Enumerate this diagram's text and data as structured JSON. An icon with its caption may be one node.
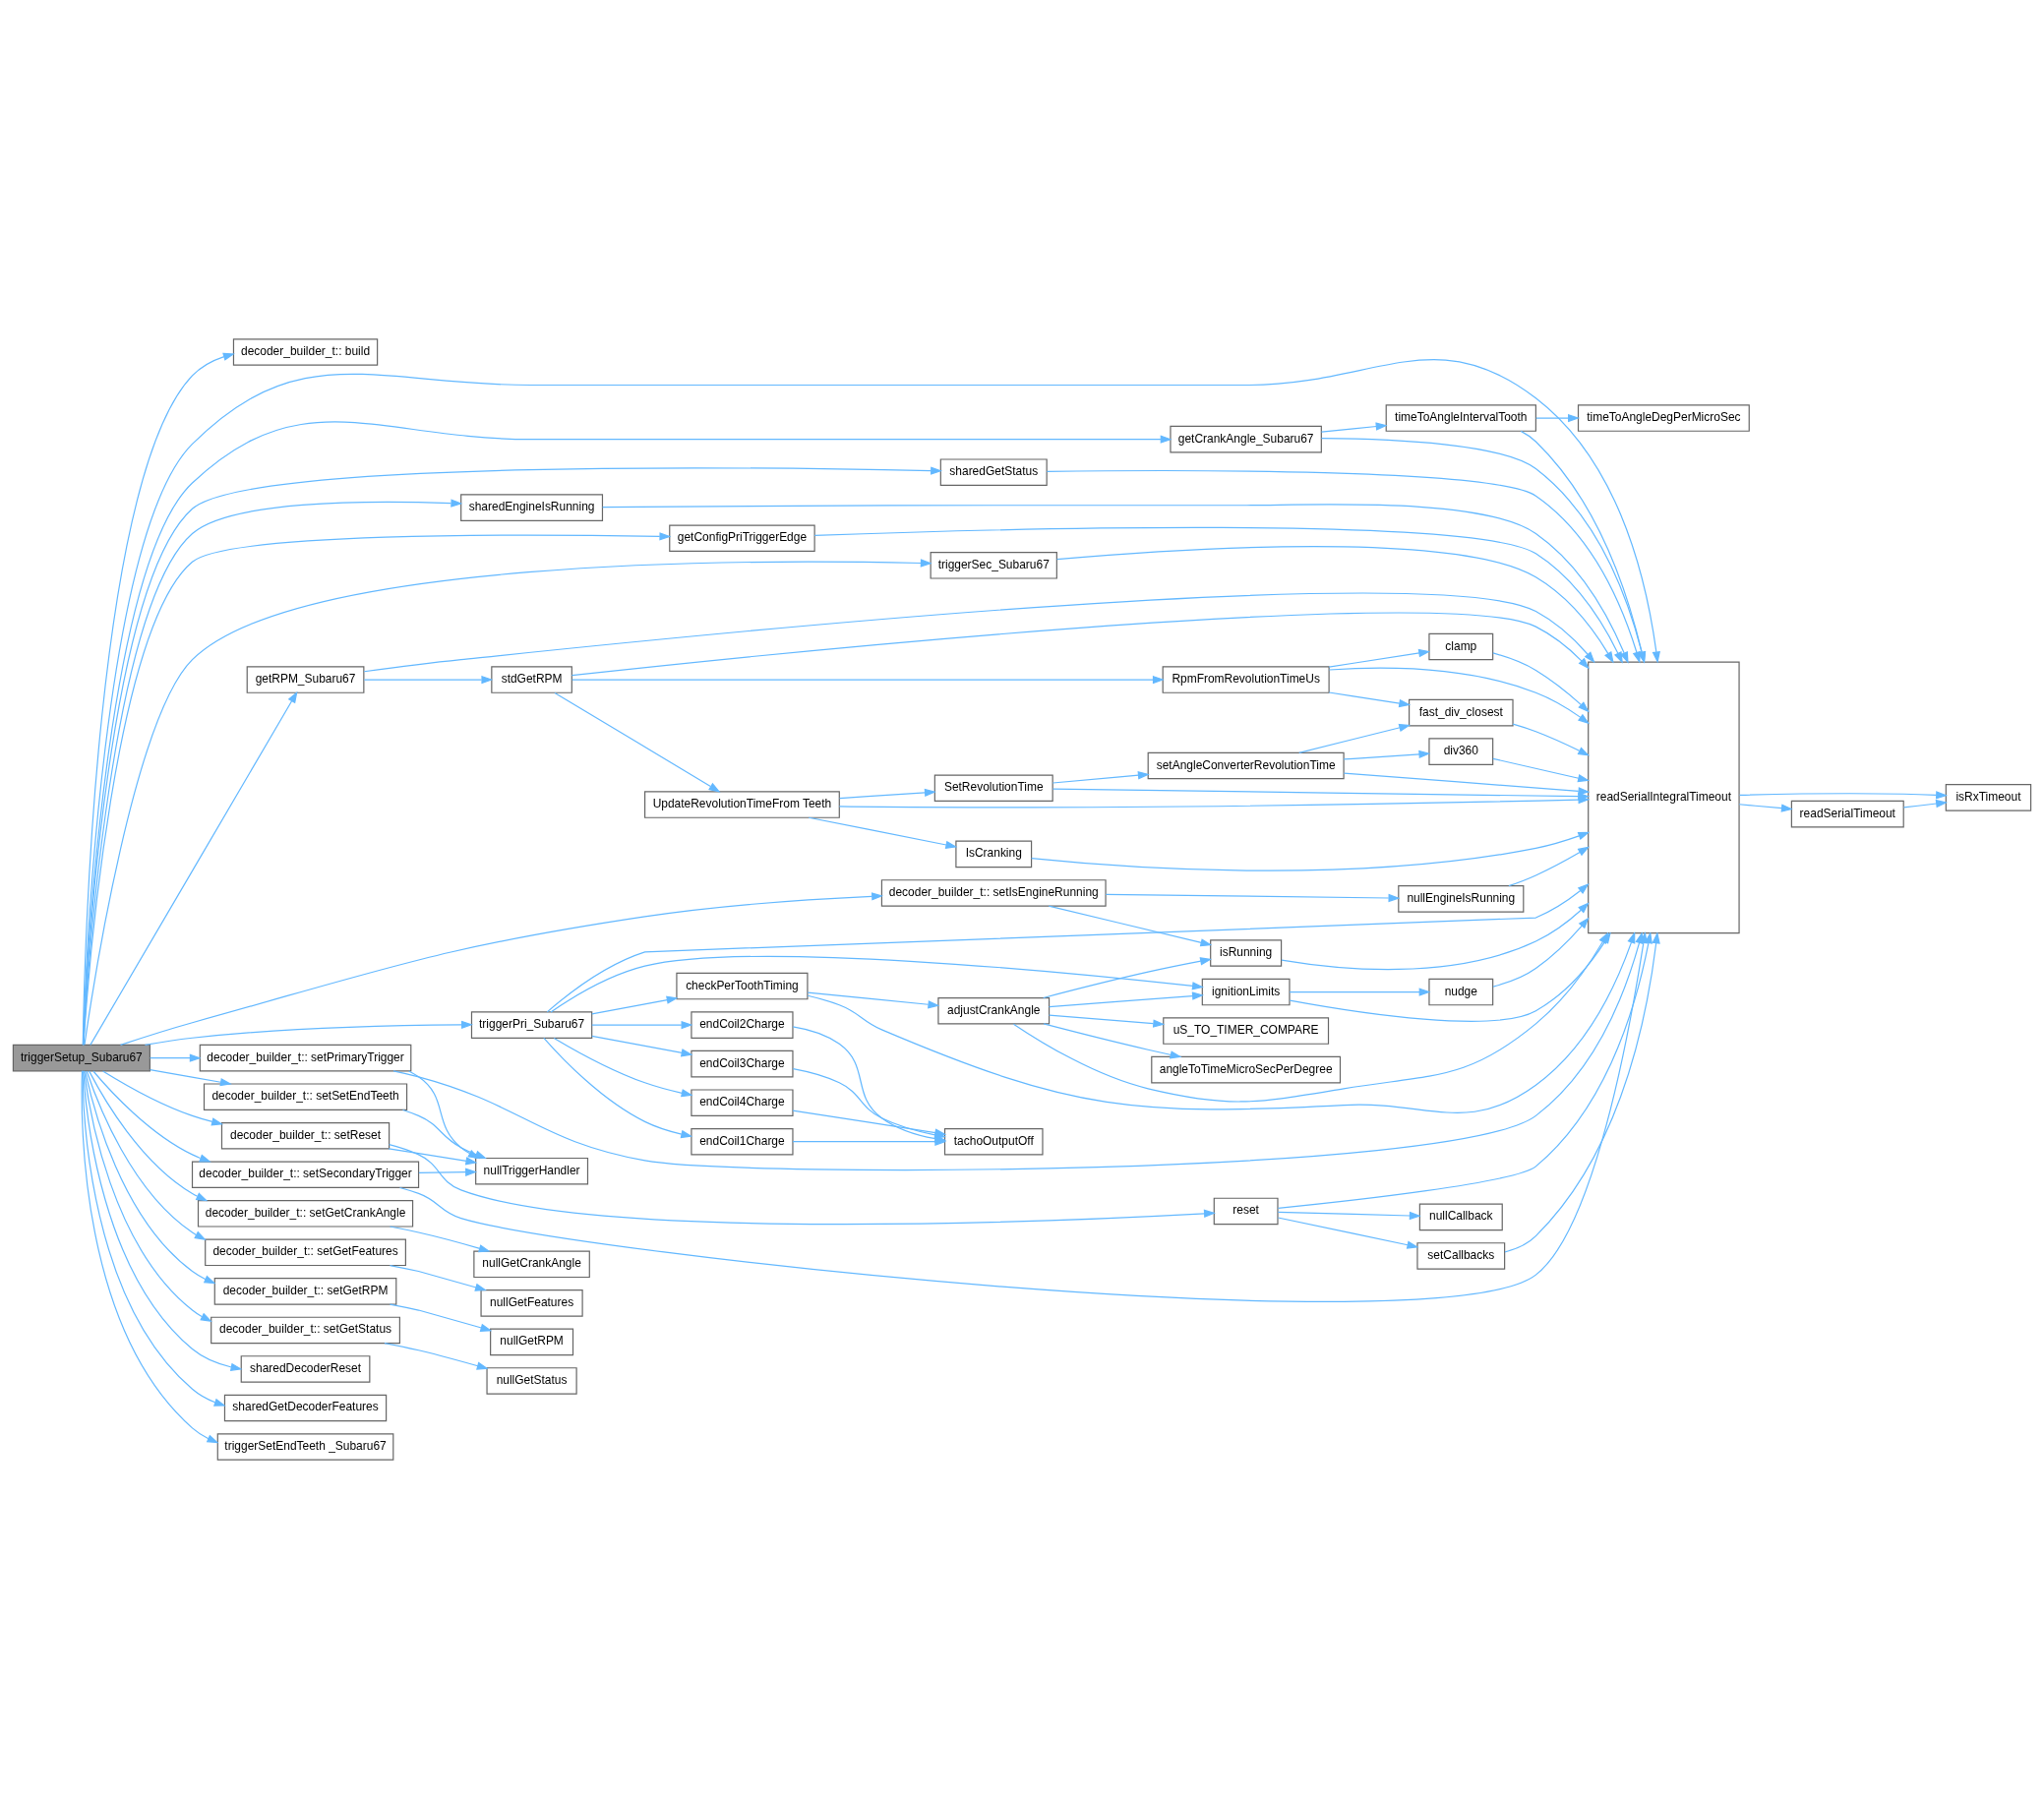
{
  "diagram": {
    "nodes": [
      {
        "text": [
          "triggerSetup_Subaru67"
        ]
      },
      {
        "text": [
          "decoder_builder_t:: build"
        ]
      },
      {
        "text": [
          "sharedGetStatus"
        ]
      },
      {
        "text": [
          "getCrankAngle_Subaru67"
        ]
      },
      {
        "text": [
          "timeToAngleIntervalTooth"
        ]
      },
      {
        "text": [
          "timeToAngleDegPerMicroSec"
        ]
      },
      {
        "text": [
          "getConfigPriTriggerEdge"
        ]
      },
      {
        "text": [
          "triggerSec_Subaru67"
        ]
      },
      {
        "text": [
          "getRPM_Subaru67"
        ]
      },
      {
        "text": [
          "stdGetRPM"
        ]
      },
      {
        "text": [
          "RpmFromRevolutionTimeUs"
        ]
      },
      {
        "text": [
          "clamp"
        ]
      },
      {
        "text": [
          "fast_div_closest"
        ]
      },
      {
        "text": [
          "setAngleConverterRevolutionTime"
        ]
      },
      {
        "text": [
          "div360"
        ]
      },
      {
        "text": [
          "UpdateRevolutionTimeFrom Teeth"
        ]
      },
      {
        "text": [
          "SetRevolutionTime"
        ]
      },
      {
        "text": [
          "IsCranking"
        ]
      },
      {
        "text": [
          "readSerialIntegralTimeout"
        ]
      },
      {
        "text": [
          "readSerialTimeout"
        ]
      },
      {
        "text": [
          "isRxTimeout"
        ]
      },
      {
        "text": [
          "decoder_builder_t:: setIsEngineRunning"
        ]
      },
      {
        "text": [
          "nullEngineIsRunning"
        ]
      },
      {
        "text": [
          "isRunning"
        ]
      },
      {
        "text": [
          "triggerPri_Subaru67"
        ]
      },
      {
        "text": [
          "endCoil2Charge"
        ]
      },
      {
        "text": [
          "endCoil3Charge"
        ]
      },
      {
        "text": [
          "endCoil4Charge"
        ]
      },
      {
        "text": [
          "endCoil1Charge"
        ]
      },
      {
        "text": [
          "tachoOutputOff"
        ]
      },
      {
        "text": [
          "checkPerToothTiming"
        ]
      },
      {
        "text": [
          "adjustCrankAngle"
        ]
      },
      {
        "text": [
          "uS_TO_TIMER_COMPARE"
        ]
      },
      {
        "text": [
          "angleToTimeMicroSecPerDegree"
        ]
      },
      {
        "text": [
          "ignitionLimits"
        ]
      },
      {
        "text": [
          "nudge"
        ]
      },
      {
        "text": [
          "decoder_builder_t:: setPrimaryTrigger"
        ]
      },
      {
        "text": [
          "decoder_builder_t:: setSetEndTeeth"
        ]
      },
      {
        "text": [
          "decoder_builder_t:: setReset"
        ]
      },
      {
        "text": [
          "decoder_builder_t:: setSecondaryTrigger"
        ]
      },
      {
        "text": [
          "nullTriggerHandler"
        ]
      },
      {
        "text": [
          "reset"
        ]
      },
      {
        "text": [
          "setCallbacks"
        ]
      },
      {
        "text": [
          "nullCallback"
        ]
      },
      {
        "text": [
          "sharedEngineIsRunning"
        ]
      },
      {
        "text": [
          "decoder_builder_t:: setGetCrankAngle"
        ]
      },
      {
        "text": [
          "nullGetCrankAngle"
        ]
      },
      {
        "text": [
          "decoder_builder_t:: setGetFeatures"
        ]
      },
      {
        "text": [
          "nullGetFeatures"
        ]
      },
      {
        "text": [
          "decoder_builder_t:: setGetRPM"
        ]
      },
      {
        "text": [
          "nullGetRPM"
        ]
      },
      {
        "text": [
          "decoder_builder_t:: setGetStatus"
        ]
      },
      {
        "text": [
          "nullGetStatus"
        ]
      },
      {
        "text": [
          "sharedDecoderReset"
        ]
      },
      {
        "text": [
          "sharedGetDecoderFeatures"
        ]
      },
      {
        "text": [
          "triggerSetEndTeeth _Subaru67"
        ]
      }
    ],
    "edges": [
      {
        "from": 0,
        "to": 1,
        "arrow": "to"
      },
      {
        "from": 0,
        "to": 2,
        "arrow": "to"
      },
      {
        "from": 0,
        "to": 3,
        "arrow": "to"
      },
      {
        "from": 0,
        "to": 18,
        "arrow": "to"
      },
      {
        "from": 0,
        "to": 6,
        "arrow": "to"
      },
      {
        "from": 0,
        "to": 7,
        "arrow": "to"
      },
      {
        "from": 0,
        "to": 8,
        "arrow": "to"
      },
      {
        "from": 0,
        "to": 21,
        "arrow": "to"
      },
      {
        "from": 0,
        "to": 24,
        "arrow": "to"
      },
      {
        "from": 0,
        "to": 36,
        "arrow": "to"
      },
      {
        "from": 0,
        "to": 37,
        "arrow": "to"
      },
      {
        "from": 0,
        "to": 38,
        "arrow": "to"
      },
      {
        "from": 0,
        "to": 39,
        "arrow": "to"
      },
      {
        "from": 0,
        "to": 44,
        "arrow": "to"
      },
      {
        "from": 0,
        "to": 45,
        "arrow": "to"
      },
      {
        "from": 0,
        "to": 47,
        "arrow": "to"
      },
      {
        "from": 0,
        "to": 49,
        "arrow": "to"
      },
      {
        "from": 0,
        "to": 51,
        "arrow": "to"
      },
      {
        "from": 0,
        "to": 53,
        "arrow": "to"
      },
      {
        "from": 0,
        "to": 54,
        "arrow": "to"
      },
      {
        "from": 0,
        "to": 55,
        "arrow": "to"
      },
      {
        "from": 2,
        "to": 18,
        "arrow": "to"
      },
      {
        "from": 3,
        "to": 4,
        "arrow": "to"
      },
      {
        "from": 3,
        "to": 18,
        "arrow": "to"
      },
      {
        "from": 4,
        "to": 5,
        "arrow": "to"
      },
      {
        "from": 4,
        "to": 18,
        "arrow": "to"
      },
      {
        "from": 6,
        "to": 18,
        "arrow": "to"
      },
      {
        "from": 7,
        "to": 18,
        "arrow": "to"
      },
      {
        "from": 8,
        "to": 18,
        "arrow": "to"
      },
      {
        "from": 8,
        "to": 9,
        "arrow": "to"
      },
      {
        "from": 9,
        "to": 18,
        "arrow": "to"
      },
      {
        "from": 9,
        "to": 10,
        "arrow": "to"
      },
      {
        "from": 9,
        "to": 15,
        "arrow": "to"
      },
      {
        "from": 10,
        "to": 18,
        "arrow": "to"
      },
      {
        "from": 10,
        "to": 11,
        "arrow": "to"
      },
      {
        "from": 10,
        "to": 12,
        "arrow": "to"
      },
      {
        "from": 11,
        "to": 18,
        "arrow": "to"
      },
      {
        "from": 12,
        "to": 18,
        "arrow": "to"
      },
      {
        "from": 13,
        "to": 12,
        "arrow": "to"
      },
      {
        "from": 13,
        "to": 18,
        "arrow": "to"
      },
      {
        "from": 13,
        "to": 14,
        "arrow": "to"
      },
      {
        "from": 14,
        "to": 18,
        "arrow": "to"
      },
      {
        "from": 15,
        "to": 16,
        "arrow": "to"
      },
      {
        "from": 15,
        "to": 18,
        "arrow": "to"
      },
      {
        "from": 15,
        "to": 17,
        "arrow": "to"
      },
      {
        "from": 16,
        "to": 13,
        "arrow": "to"
      },
      {
        "from": 16,
        "to": 18,
        "arrow": "to"
      },
      {
        "from": 17,
        "to": 18,
        "arrow": "to"
      },
      {
        "from": 18,
        "to": 20,
        "arrow": "to"
      },
      {
        "from": 18,
        "to": 19,
        "arrow": "to"
      },
      {
        "from": 19,
        "to": 20,
        "arrow": "to"
      },
      {
        "from": 21,
        "to": 22,
        "arrow": "to"
      },
      {
        "from": 21,
        "to": 23,
        "arrow": "to"
      },
      {
        "from": 22,
        "to": 18,
        "arrow": "to"
      },
      {
        "from": 23,
        "to": 18,
        "arrow": "to"
      },
      {
        "from": 24,
        "to": 18,
        "arrow": "to"
      },
      {
        "from": 24,
        "to": 25,
        "arrow": "to"
      },
      {
        "from": 24,
        "to": 26,
        "arrow": "to"
      },
      {
        "from": 24,
        "to": 27,
        "arrow": "to"
      },
      {
        "from": 24,
        "to": 28,
        "arrow": "to"
      },
      {
        "from": 24,
        "to": 30,
        "arrow": "to"
      },
      {
        "from": 24,
        "to": 34,
        "arrow": "to"
      },
      {
        "from": 25,
        "to": 29,
        "arrow": "to"
      },
      {
        "from": 26,
        "to": 29,
        "arrow": "to"
      },
      {
        "from": 27,
        "to": 29,
        "arrow": "to"
      },
      {
        "from": 28,
        "to": 29,
        "arrow": "to"
      },
      {
        "from": 30,
        "to": 18,
        "arrow": "to"
      },
      {
        "from": 30,
        "to": 31,
        "arrow": "to"
      },
      {
        "from": 31,
        "to": 23,
        "arrow": "to"
      },
      {
        "from": 31,
        "to": 32,
        "arrow": "to"
      },
      {
        "from": 31,
        "to": 18,
        "arrow": "to"
      },
      {
        "from": 31,
        "to": 33,
        "arrow": "to"
      },
      {
        "from": 31,
        "to": 34,
        "arrow": "to"
      },
      {
        "from": 34,
        "to": 35,
        "arrow": "to"
      },
      {
        "from": 34,
        "to": 18,
        "arrow": "to"
      },
      {
        "from": 35,
        "to": 18,
        "arrow": "to"
      },
      {
        "from": 36,
        "to": 40,
        "arrow": "to"
      },
      {
        "from": 36,
        "to": 18,
        "arrow": "to"
      },
      {
        "from": 37,
        "to": 40,
        "arrow": "to"
      },
      {
        "from": 38,
        "to": 40,
        "arrow": "to"
      },
      {
        "from": 38,
        "to": 41,
        "arrow": "to"
      },
      {
        "from": 39,
        "to": 40,
        "arrow": "to"
      },
      {
        "from": 39,
        "to": 18,
        "arrow": "to"
      },
      {
        "from": 41,
        "to": 18,
        "arrow": "to"
      },
      {
        "from": 41,
        "to": 42,
        "arrow": "to"
      },
      {
        "from": 41,
        "to": 43,
        "arrow": "to"
      },
      {
        "from": 42,
        "to": 18,
        "arrow": "to"
      },
      {
        "from": 44,
        "to": 18,
        "arrow": "to"
      },
      {
        "from": 45,
        "to": 46,
        "arrow": "to"
      },
      {
        "from": 47,
        "to": 48,
        "arrow": "to"
      },
      {
        "from": 49,
        "to": 50,
        "arrow": "to"
      },
      {
        "from": 51,
        "to": 52,
        "arrow": "to"
      }
    ]
  }
}
